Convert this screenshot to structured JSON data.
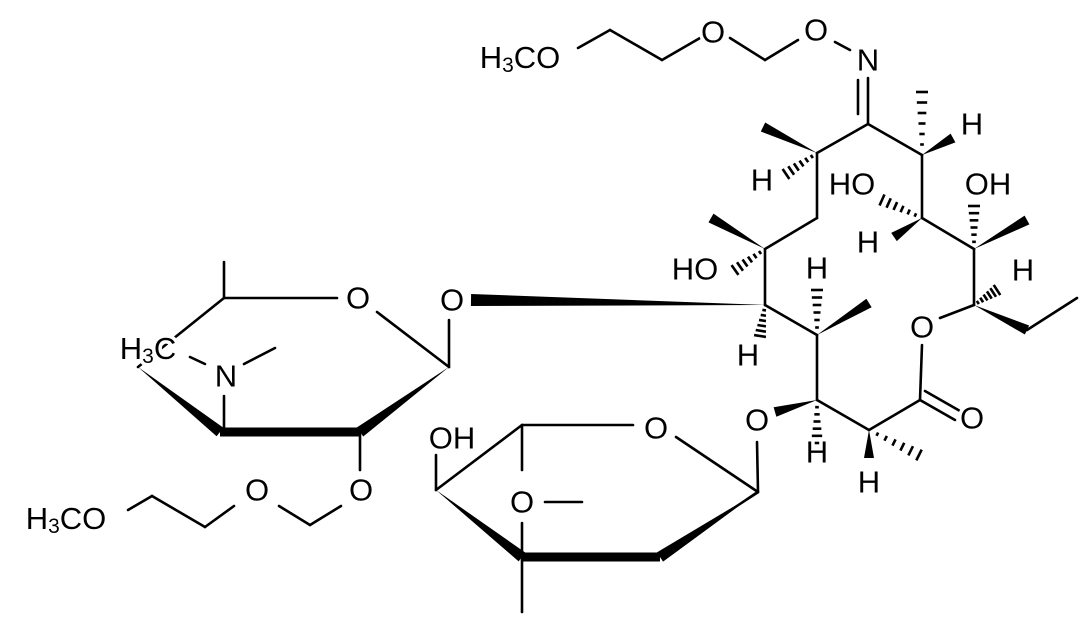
{
  "structure": {
    "top_chain": {
      "h": "H",
      "sub": "3",
      "rest": "CO",
      "o1": "O",
      "o2": "O",
      "n": "N"
    },
    "macrolide": {
      "h_c10": "H",
      "ho_c11": "HO",
      "h_c11": "H",
      "h_c9": "H",
      "oh_c12": "OH",
      "ho_c6": "HO",
      "h_c7": "H",
      "h_c13": "H",
      "h_c5": "H",
      "h_c4": "H",
      "h_c2": "H",
      "o_lactone": "O",
      "o_carbonyl": "O",
      "o_c3": "O",
      "o_c5": "O"
    },
    "desosamine": {
      "o_ring": "O",
      "n": "N",
      "h3c": {
        "h": "H",
        "sub": "3",
        "rest": "C"
      },
      "o_link": "O",
      "o_mem1": "O",
      "h3co": {
        "h": "H",
        "sub": "3",
        "rest": "CO"
      }
    },
    "cladinose": {
      "oh": "OH",
      "o_ring": "O",
      "o_me": "O"
    }
  }
}
